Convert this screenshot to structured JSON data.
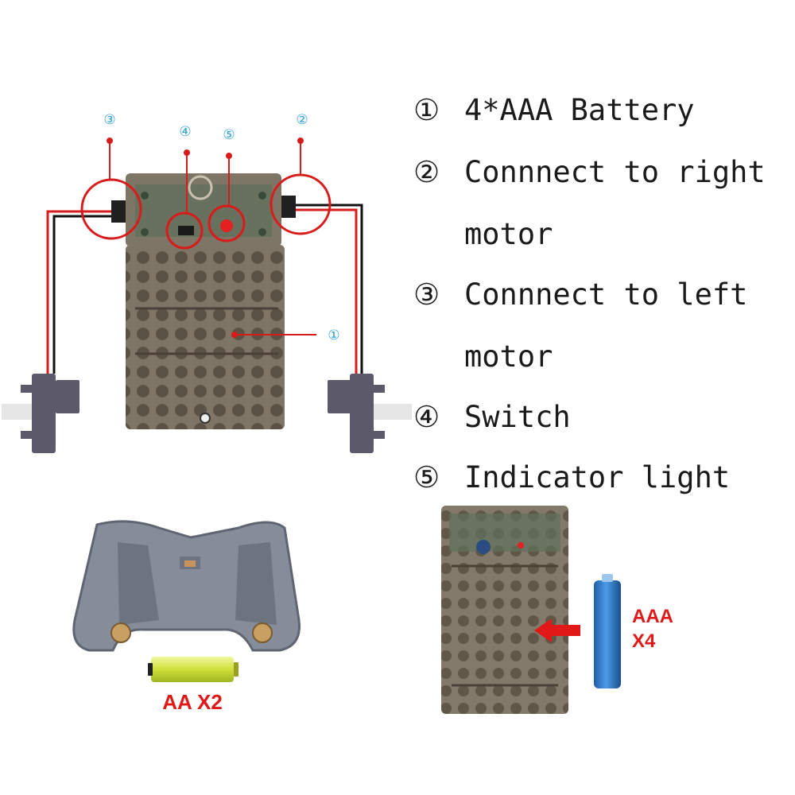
{
  "callouts": {
    "c1": "①",
    "c2": "②",
    "c3": "③",
    "c4": "④",
    "c5": "⑤"
  },
  "legend": [
    {
      "num": "①",
      "text": "4*AAA Battery"
    },
    {
      "num": "②",
      "text": "Connnect to right"
    },
    {
      "num": "",
      "text": "motor"
    },
    {
      "num": "③",
      "text": "Connnect to left"
    },
    {
      "num": "",
      "text": "motor"
    },
    {
      "num": "④",
      "text": "Switch"
    },
    {
      "num": "⑤",
      "text": "Indicator light"
    }
  ],
  "battery_labels": {
    "aa": "AA X2",
    "aaa_line1": "AAA",
    "aaa_line2": "X4"
  },
  "colors": {
    "callout": "#2aa0dc",
    "marker": "#d81b1b",
    "case": "#6f6556",
    "holder": "#7c8592",
    "aa_battery": "#d6e84a",
    "aaa_battery": "#2d7fd0"
  }
}
